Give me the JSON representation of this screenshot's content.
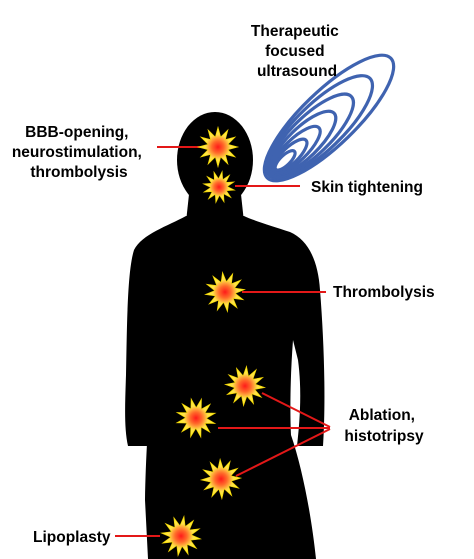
{
  "ultrasound_label": [
    "Therapeutic",
    "focused",
    "ultrasound"
  ],
  "labels": {
    "head": [
      "BBB-opening,",
      "neurostimulation,",
      "thrombolysis"
    ],
    "face": "Skin tightening",
    "chest": "Thrombolysis",
    "abdomen": [
      "Ablation,",
      "histotripsy"
    ],
    "thigh": "Lipoplasty"
  },
  "colors": {
    "silhouette": "#000000",
    "leader_line": "#e31818",
    "star_fill": "#fff21c",
    "star_core": "#ff2020",
    "wave_stroke": "#3f63b0",
    "label_text": "#000000"
  },
  "icons": {
    "focal_point": "starburst-icon",
    "ultrasound": "ultrasound-wave-icon"
  }
}
